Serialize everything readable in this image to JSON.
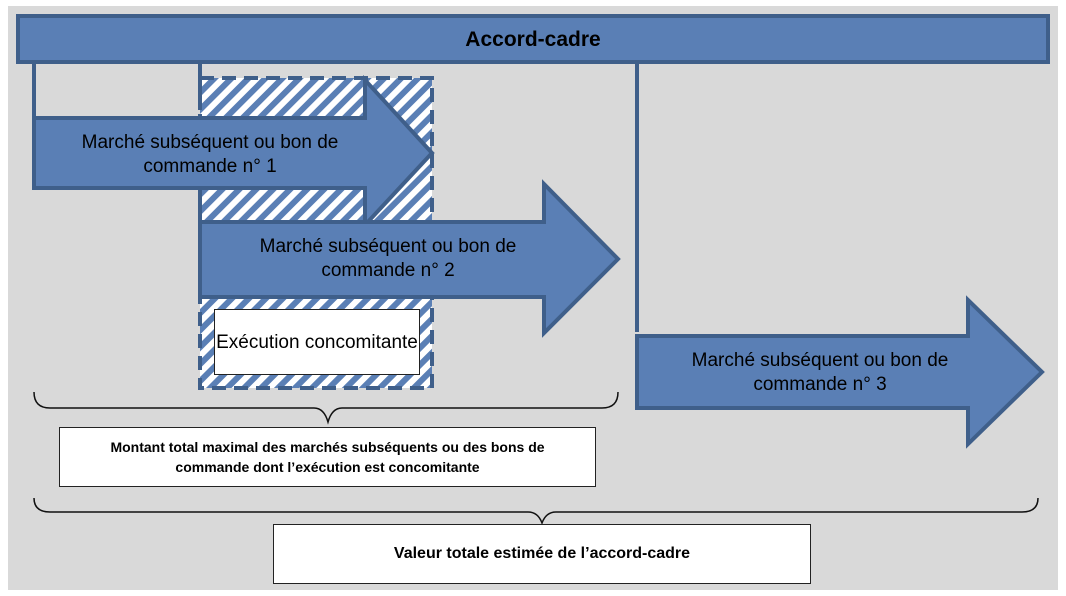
{
  "diagram": {
    "title": "Accord-cadre",
    "arrows": [
      {
        "label": "Marché subséquent ou bon de commande n° 1"
      },
      {
        "label": "Marché subséquent ou bon de commande n° 2"
      },
      {
        "label": "Marché subséquent ou bon de commande n° 3"
      }
    ],
    "concurrent_label": "Exécution concomitante",
    "max_amount_label": "Montant total maximal des marchés subséquents ou des bons de commande dont l’exécution est concomitante",
    "total_value_label": "Valeur totale estimée de l’accord-cadre",
    "colors": {
      "background": "#d9d9d9",
      "fill": "#5a7fb5",
      "stroke": "#3f5f8a",
      "box": "#ffffff"
    }
  }
}
